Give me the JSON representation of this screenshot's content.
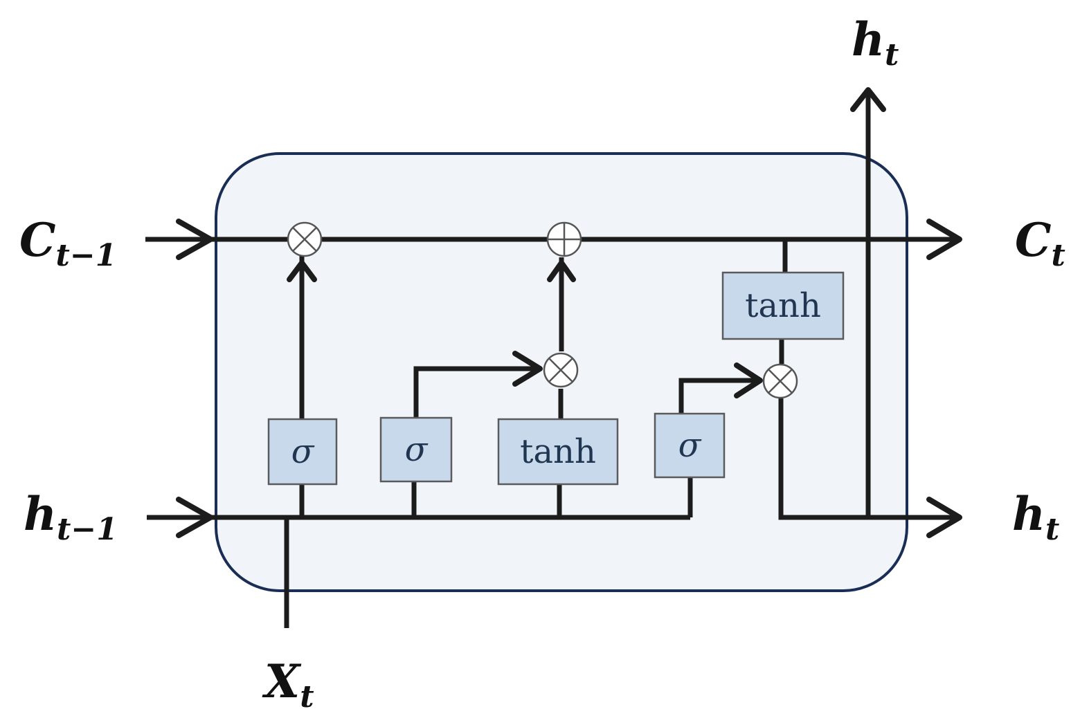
{
  "labels": {
    "c_prev": {
      "base": "C",
      "sub": "t−1"
    },
    "c_next": {
      "base": "C",
      "sub": "t"
    },
    "h_prev": {
      "base": "h",
      "sub": "t−1"
    },
    "h_next": {
      "base": "h",
      "sub": "t"
    },
    "h_top": {
      "base": "h",
      "sub": "t"
    },
    "x_in": {
      "base": "X",
      "sub": "t"
    }
  },
  "gates": {
    "forget": "σ",
    "input": "σ",
    "candidate": "tanh",
    "output": "σ",
    "cell_tanh": "tanh"
  },
  "colors": {
    "cell_fill": "#f1f5fa",
    "cell_border": "#1a2e55",
    "gate_fill": "#c9d9ec",
    "gate_text": "#1f3550",
    "wire": "#1c1c1c"
  }
}
